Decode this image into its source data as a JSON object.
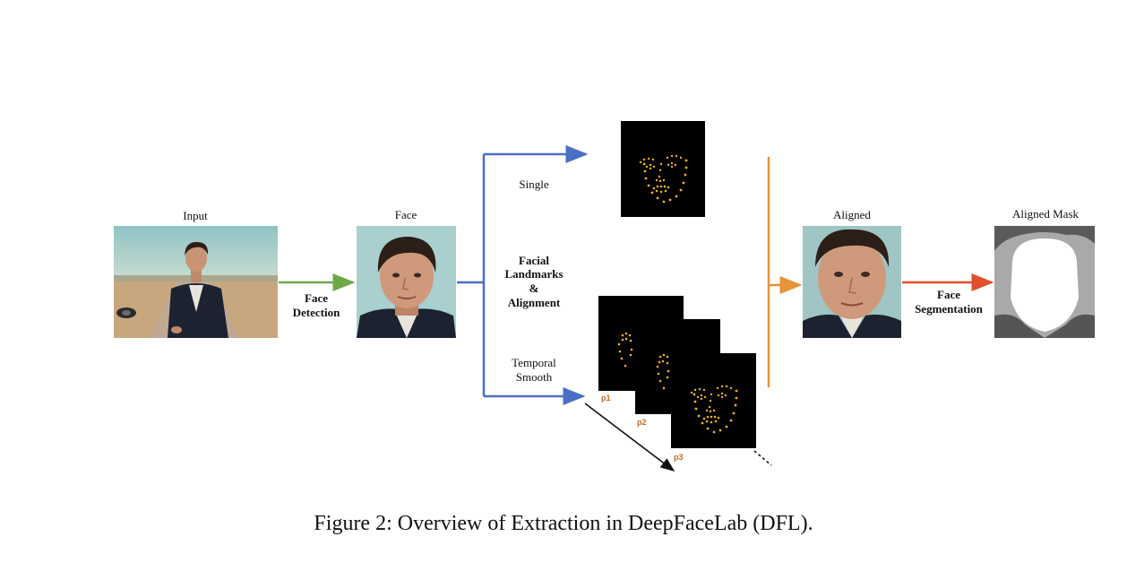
{
  "figure": {
    "caption": "Figure 2: Overview of Extraction in DeepFaceLab (DFL).",
    "colors": {
      "green_arrow": "#6fa84a",
      "blue_arrow": "#4a6fc4",
      "orange_arrow": "#e8923a",
      "red_arrow": "#e0502c",
      "frame_label": "#c8691f",
      "landmark_dots": "#f0b21c"
    },
    "stages": {
      "input": {
        "label": "Input"
      },
      "face_detection": {
        "line1": "Face",
        "line2": "Detection"
      },
      "face": {
        "label": "Face"
      },
      "single": {
        "label": "Single"
      },
      "landmarks": {
        "line1": "Facial",
        "line2": "Landmarks",
        "line3": "&",
        "line4": "Alignment"
      },
      "temporal": {
        "line1": "Temporal",
        "line2": "Smooth"
      },
      "aligned": {
        "label": "Aligned"
      },
      "segmentation": {
        "line1": "Face",
        "line2": "Segmentation"
      },
      "aligned_mask": {
        "label": "Aligned Mask"
      }
    },
    "frames": [
      "p1",
      "p2",
      "p3"
    ]
  }
}
